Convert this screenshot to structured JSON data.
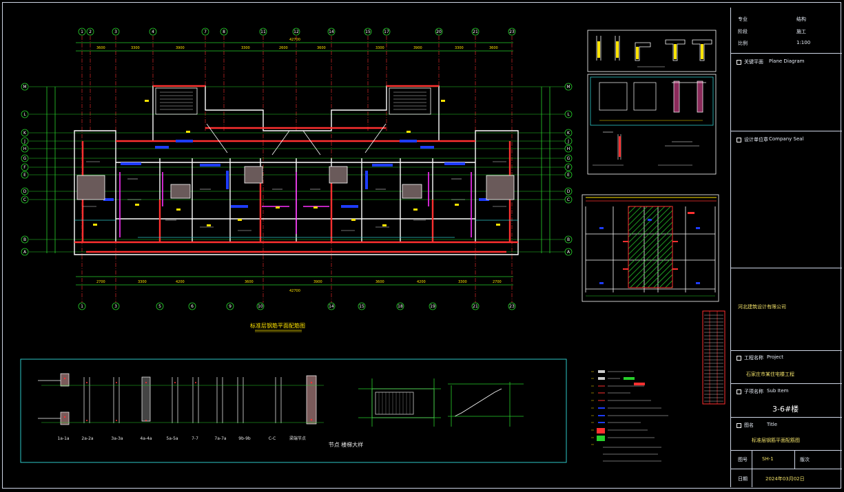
{
  "drawing": {
    "main_plan_caption": "标准层钢筋平面配筋图",
    "detail_caption": "节点   楼梯大样",
    "detail_labels": [
      "1a-1a",
      "2a-2a",
      "3a-3a",
      "4a-4a",
      "5a-5a",
      "7-7",
      "7a-7a",
      "9b-9b",
      "C-C",
      "梁端节点"
    ],
    "top_grid_labels": [
      "1",
      "2",
      "3",
      "4",
      "7",
      "8",
      "11",
      "12",
      "14",
      "15",
      "17",
      "20",
      "21",
      "23"
    ],
    "bottom_grid_labels": [
      "1",
      "3",
      "5",
      "6",
      "9",
      "10",
      "14",
      "15",
      "18",
      "19",
      "21",
      "23"
    ],
    "row_grid_labels": [
      "M",
      "L",
      "K",
      "J",
      "H",
      "G",
      "F",
      "E",
      "D",
      "C",
      "B",
      "A"
    ],
    "overall_dim": "42700",
    "colors": {
      "background": "#000000",
      "grid_green": "#27d12b",
      "wall_red": "#ff3030",
      "blue_wall": "#1e3cff",
      "magenta": "#ff30ff",
      "white_line": "#ffffff",
      "cyan": "#2ec9c9",
      "yellow": "#ffe400",
      "title_border": "#cfd6e6"
    }
  },
  "title_block": {
    "rows": [
      {
        "label": "专业",
        "value": "结构"
      },
      {
        "label": "阶段",
        "value": "施工"
      },
      {
        "label": "比例",
        "value": "1:100"
      }
    ],
    "key_plan_label": "Plane Diagram",
    "key_plan_checkbox": "关键平面",
    "seal_checkbox": "设计单位章",
    "seal_label": "Company Seal",
    "company": "河北建筑设计有限公司",
    "project_label": "工程名称",
    "project_en": "Project",
    "project_value": "石家庄市某住宅楼工程",
    "subitem_label": "子项名称",
    "subitem_en": "Sub Item",
    "subitem_value": "3-6#楼",
    "title_label": "图名",
    "title_en": "Title",
    "title_value": "标准层钢筋平面配筋图",
    "drawing_no_label": "图号",
    "drawing_no_value": "SH-1",
    "version_label": "版次",
    "date_label": "日期",
    "date_value": "2024年03月02日"
  }
}
